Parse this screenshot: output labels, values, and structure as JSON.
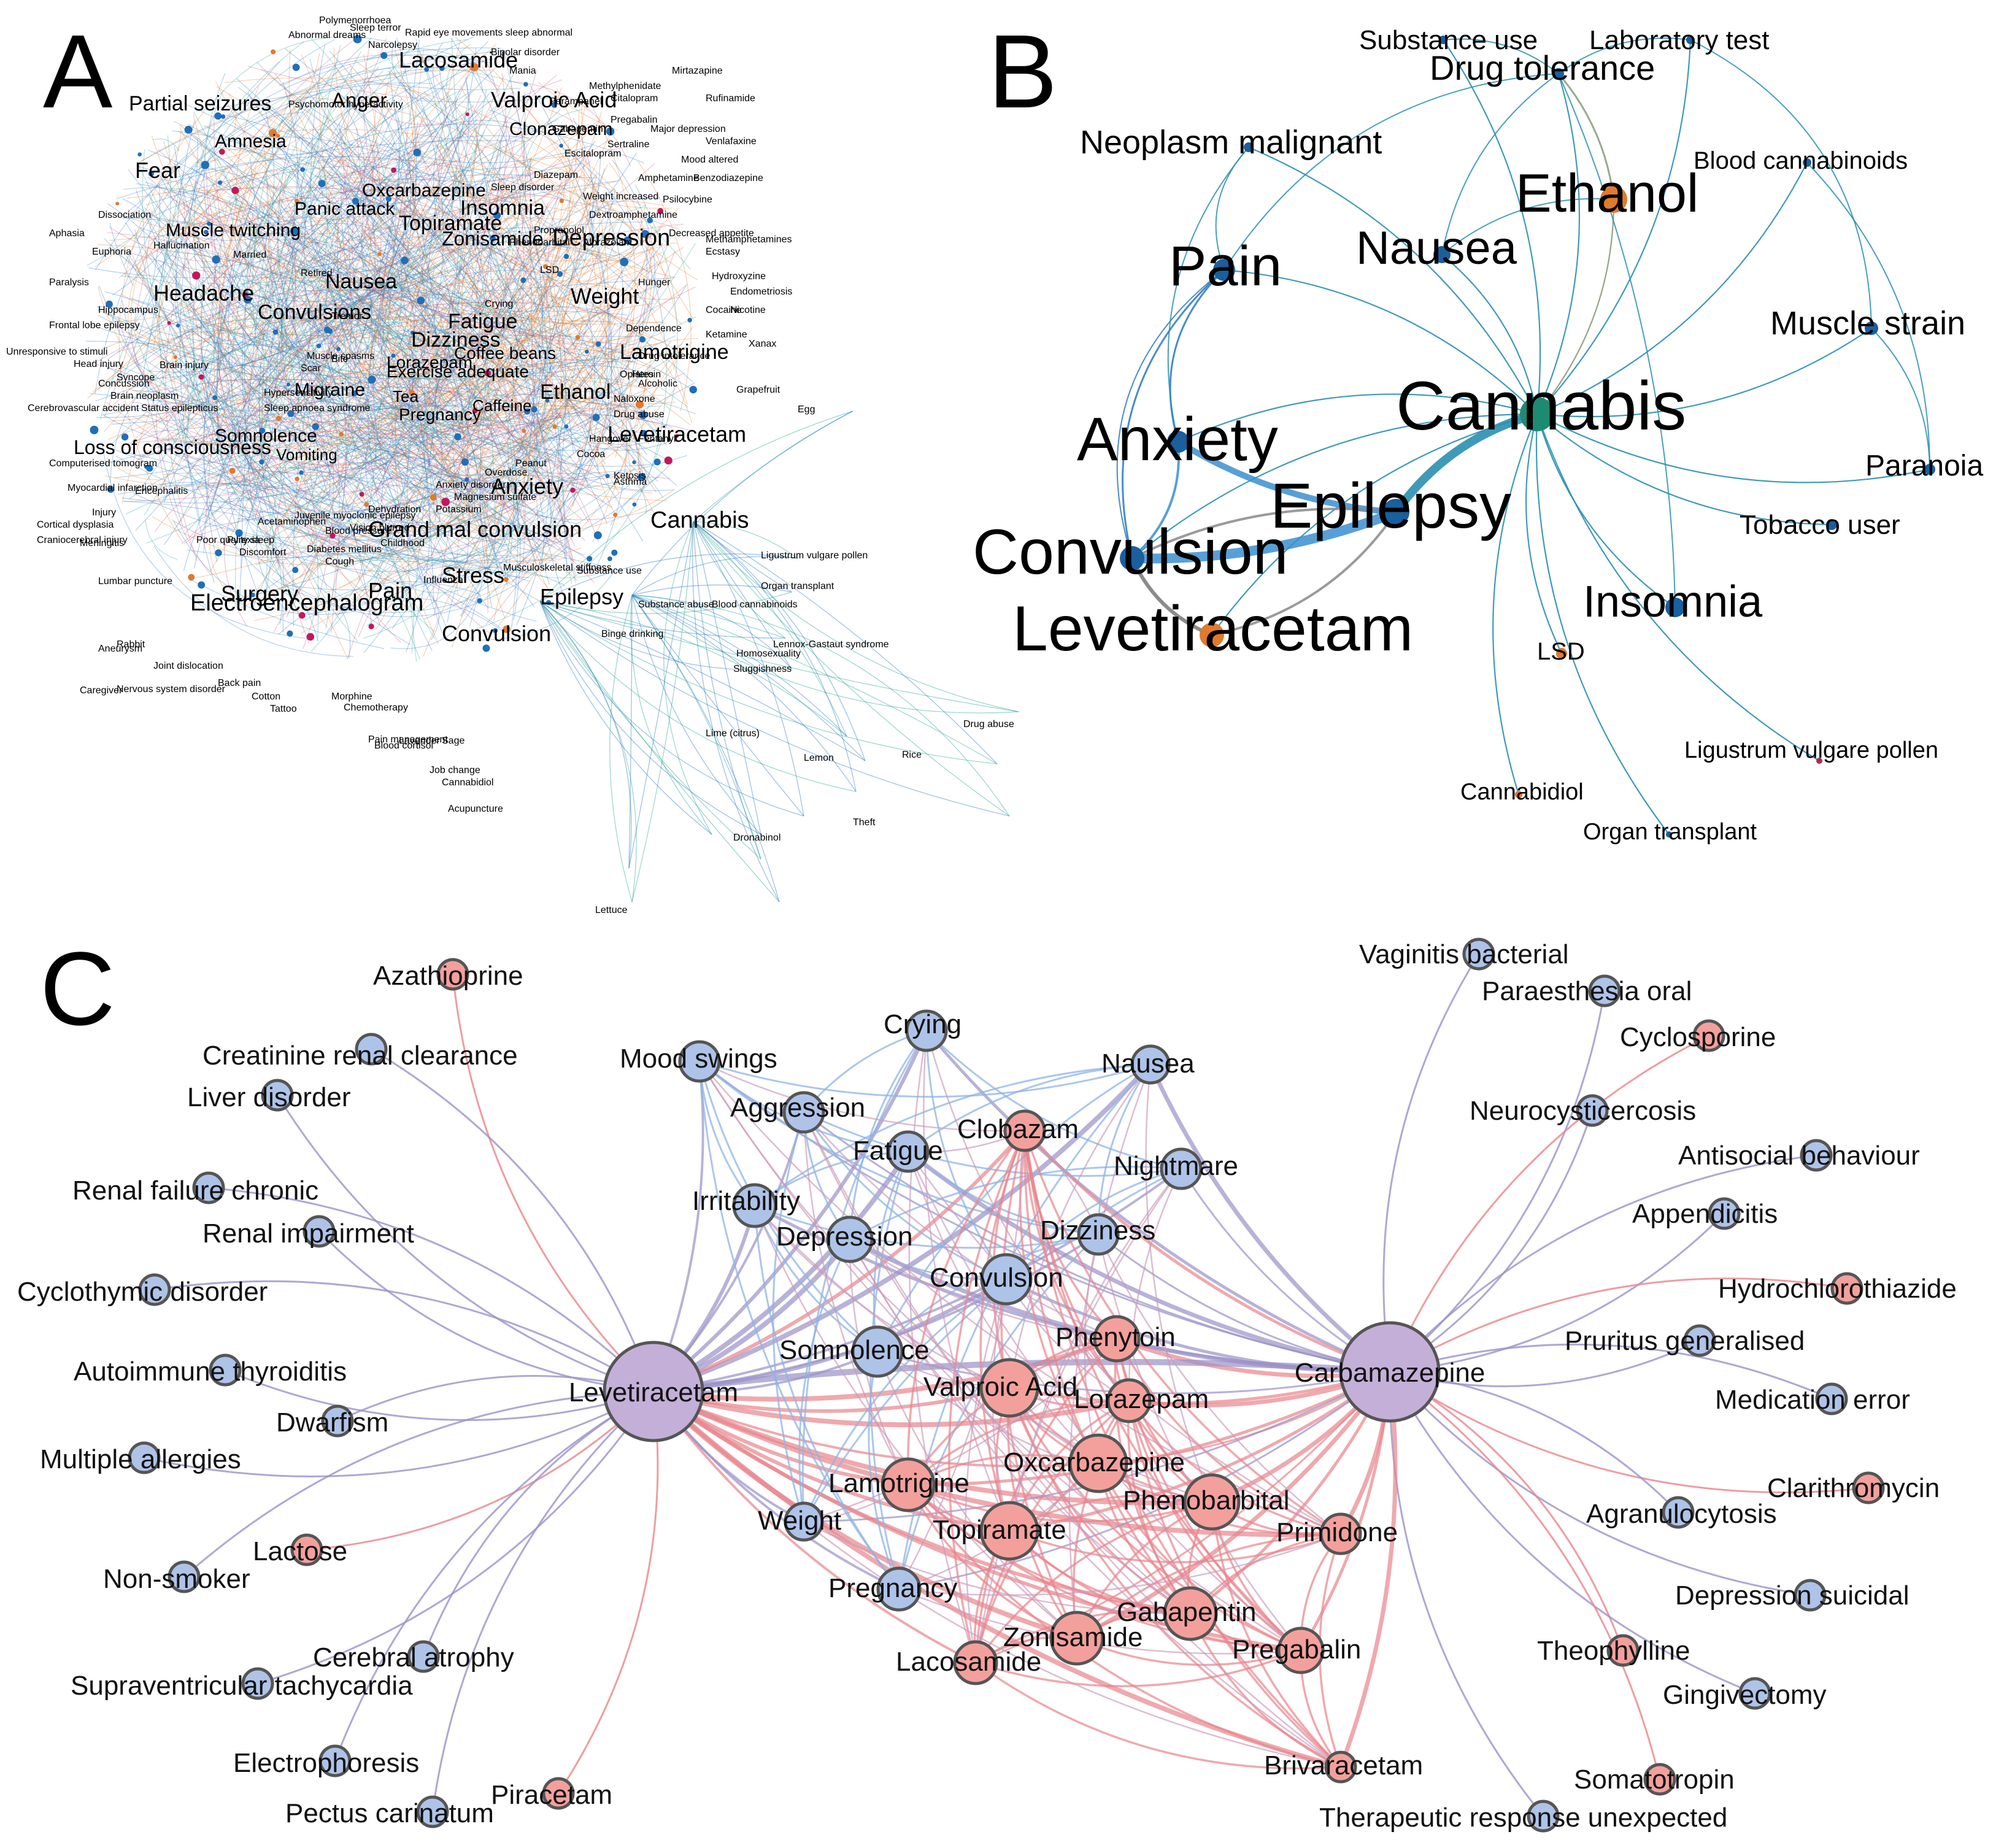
{
  "panel_letters": {
    "a": "A",
    "b": "B",
    "c": "C"
  },
  "colors": {
    "a_blue_edge": "#2a78c2",
    "a_orange_edge": "#e07a2e",
    "a_teal_edge": "#2aa396",
    "a_pink_edge": "#c45a8a",
    "b_node_blue": "#1a5f9e",
    "b_node_orange": "#e07a2e",
    "b_node_teal": "#1f8a72",
    "b_node_red": "#b22a4a",
    "c_node_blue": "#aec3e8",
    "c_node_red": "#f3a09c",
    "c_node_purple": "#c4afd9",
    "c_node_stroke": "#555555",
    "c_edge_blue": "#8fb4e3",
    "c_edge_red": "#e8848c",
    "c_edge_purple": "#9a92c8"
  },
  "panel_a": {
    "big_labels": [
      "Partial seizures",
      "Lacosamide",
      "Valproic Acid",
      "Anger",
      "Fear",
      "Amnesia",
      "Depression",
      "Insomnia",
      "Topiramate",
      "Headache",
      "Nausea",
      "Dizziness",
      "Fatigue",
      "Lamotrigine",
      "Ethanol",
      "Levetiracetam",
      "Anxiety",
      "Cannabis",
      "Grand mal convulsion",
      "Stress",
      "Surgery",
      "Electroencephalogram",
      "Pain",
      "Epilepsy",
      "Convulsion",
      "Loss of consciousness",
      "Somnolence",
      "Convulsions",
      "Panic attack",
      "Muscle twitching",
      "Weight",
      "Pregnancy",
      "Tea",
      "Caffeine",
      "Coffee beans",
      "Exercise adequate",
      "Migraine",
      "Oxcarbazepine",
      "Zonisamide",
      "Lorazepam",
      "Clonazepam",
      "Vomiting"
    ],
    "small_labels": [
      "Polymenorrhoea",
      "Sleep terror",
      "Rapid eye movements sleep abnormal",
      "Abnormal dreams",
      "Narcolepsy",
      "Bipolar disorder",
      "Psychomotor hyperactivity",
      "Mania",
      "Mirtazapine",
      "Methylphenidate",
      "Rufinamide",
      "Citalopram",
      "Perampanel",
      "Pregabalin",
      "Gabapentin",
      "Major depression",
      "Sertraline",
      "Venlafaxine",
      "Mood altered",
      "Escitalopram",
      "Diazepam",
      "Benzodiazepine",
      "Amphetamine",
      "Psilocybine",
      "Dextroamphetamine",
      "Decreased appetite",
      "Methamphetamines",
      "Ecstasy",
      "Hydroxyzine",
      "Hunger",
      "Endometriosis",
      "Nicotine",
      "Cocaine",
      "Drug intolerance",
      "Dependence",
      "Ketamine",
      "Xanax",
      "Sleep disorder",
      "Weight increased",
      "Propranolol",
      "Alprazolam",
      "Phenobarbital",
      "LSD",
      "Alcoholic",
      "Opiates",
      "Heroin",
      "Naloxone",
      "Fentanyl",
      "Grapefruit",
      "Drug abuse",
      "Hangover",
      "Cocoa",
      "Ketosis",
      "Peanut",
      "Overdose",
      "Anxiety disorder",
      "Magnesium sulfate",
      "Potassium",
      "Dehydration",
      "Blood pressure",
      "Diabetes mellitus",
      "Cough",
      "Influenza",
      "Asthma",
      "Hallucination",
      "Dissociation",
      "Aphasia",
      "Euphoria",
      "Paralysis",
      "Hippocampus",
      "Frontal lobe epilepsy",
      "Unresponsive to stimuli",
      "Syncope",
      "Concussion",
      "Brain injury",
      "Brain neoplasm",
      "Head injury",
      "Status epilepticus",
      "Cerebrovascular accident",
      "Computerised tomogram",
      "Myocardial infarction",
      "Encephalitis",
      "Injury",
      "Cortical dysplasia",
      "Craniocerebral injury",
      "Meningitis",
      "Lumbar puncture",
      "Aneurysm",
      "Rabbit",
      "Joint dislocation",
      "Nervous system disorder",
      "Caregiver",
      "Back pain",
      "Cotton",
      "Tattoo",
      "Morphine",
      "Chemotherapy",
      "Pain management",
      "Blood cortisol",
      "Lavender",
      "Sage",
      "Job change",
      "Cannabidiol",
      "Acupuncture",
      "Lettuce",
      "Dronabinol",
      "Theft",
      "Lemon",
      "Lime (citrus)",
      "Homosexuality",
      "Sluggishness",
      "Binge drinking",
      "Lennox-Gastaut syndrome",
      "Blood cannabinoids",
      "Substance abuse",
      "Substance use",
      "Organ transplant",
      "Ligustrum vulgare pollen",
      "Drug abuse",
      "Rice",
      "Egg",
      "Musculoskeletal stiffness",
      "Discomfort",
      "Pyrexia",
      "Poor quality sleep",
      "Acetaminophen",
      "Vision blurred",
      "Childhood",
      "Juvenile myoclonic epilepsy",
      "Married",
      "Retired",
      "Tremor",
      "Muscle spasms",
      "Bite",
      "Scar",
      "Hypersensitivity",
      "Sleep apnoea syndrome",
      "Crying"
    ]
  },
  "panel_b": {
    "labels": {
      "substance_use": "Substance use",
      "laboratory_test": "Laboratory test",
      "drug_tolerance": "Drug tolerance",
      "neoplasm_malignant": "Neoplasm malignant",
      "blood_cannabinoids": "Blood cannabinoids",
      "ethanol": "Ethanol",
      "nausea": "Nausea",
      "pain": "Pain",
      "muscle_strain": "Muscle strain",
      "cannabis": "Cannabis",
      "anxiety": "Anxiety",
      "paranoia": "Paranoia",
      "epilepsy": "Epilepsy",
      "tobacco_user": "Tobacco user",
      "convulsion": "Convulsion",
      "insomnia": "Insomnia",
      "levetiracetam": "Levetiracetam",
      "lsd": "LSD",
      "ligustrum": "Ligustrum vulgare pollen",
      "cannabidiol": "Cannabidiol",
      "organ_transplant": "Organ transplant"
    }
  },
  "panel_c": {
    "labels": {
      "azathioprine": "Azathioprine",
      "creatinine": "Creatinine renal clearance",
      "liver": "Liver disorder",
      "renal_chronic": "Renal failure chronic",
      "renal_impair": "Renal impairment",
      "cyclothymic": "Cyclothymic disorder",
      "autoimmune": "Autoimmune thyroiditis",
      "dwarfism": "Dwarfism",
      "multi_allergies": "Multiple allergies",
      "non_smoker": "Non-smoker",
      "lactose": "Lactose",
      "cerebral_atrophy": "Cerebral atrophy",
      "svt": "Supraventricular tachycardia",
      "electrophoresis": "Electrophoresis",
      "piracetam": "Piracetam",
      "pectus": "Pectus carinatum",
      "levetiracetam": "Levetiracetam",
      "mood_swings": "Mood swings",
      "crying": "Crying",
      "nausea": "Nausea",
      "aggression": "Aggression",
      "clobazam": "Clobazam",
      "fatigue": "Fatigue",
      "nightmare": "Nightmare",
      "irritability": "Irritability",
      "depression": "Depression",
      "dizziness": "Dizziness",
      "convulsion": "Convulsion",
      "phenytoin": "Phenytoin",
      "somnolence": "Somnolence",
      "valproic": "Valproic Acid",
      "lorazepam": "Lorazepam",
      "oxcarbazepine": "Oxcarbazepine",
      "lamotrigine": "Lamotrigine",
      "phenobarbital": "Phenobarbital",
      "weight": "Weight",
      "topiramate": "Topiramate",
      "primidone": "Primidone",
      "pregnancy": "Pregnancy",
      "gabapentin": "Gabapentin",
      "zonisamide": "Zonisamide",
      "lacosamide": "Lacosamide",
      "pregabalin": "Pregabalin",
      "brivaracetam": "Brivaracetam",
      "carbamazepine": "Carbamazepine",
      "vaginitis": "Vaginitis bacterial",
      "paraesthesia": "Paraesthesia oral",
      "cyclosporine": "Cyclosporine",
      "neurocysticercosis": "Neurocysticercosis",
      "antisocial": "Antisocial behaviour",
      "appendicitis": "Appendicitis",
      "hydrochlorothiazide": "Hydrochlorothiazide",
      "pruritus": "Pruritus generalised",
      "medication_error": "Medication error",
      "clarithromycin": "Clarithromycin",
      "agranulocytosis": "Agranulocytosis",
      "depression_suicidal": "Depression suicidal",
      "theophylline": "Theophylline",
      "gingivectomy": "Gingivectomy",
      "somatotropin": "Somatotropin",
      "therapeutic": "Therapeutic response unexpected"
    }
  }
}
